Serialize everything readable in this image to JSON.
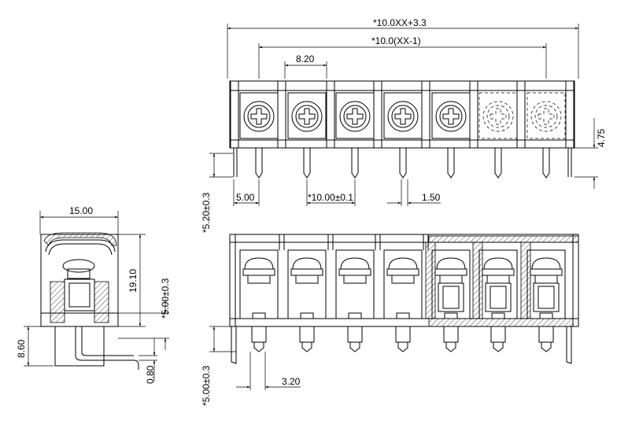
{
  "dimensions": {
    "overall_length": "*10.0XX+3.3",
    "pitch_span": "*10.0(XX-1)",
    "post_spacing": "8.20",
    "height_right": "4.75",
    "left_edge": "5.00",
    "pin_pitch": "*10.00±0.1",
    "pin_width": "1.50",
    "pin_length_top": "*5.20±0.3",
    "side_width": "15.00",
    "side_height": "19.10",
    "side_offset": "*5.00±0.3",
    "pin_offset_side": "8.60",
    "pin_thickness": "0.80",
    "pin_length_front": "*5.00±0.3",
    "pin_gap_front": "3.20"
  }
}
